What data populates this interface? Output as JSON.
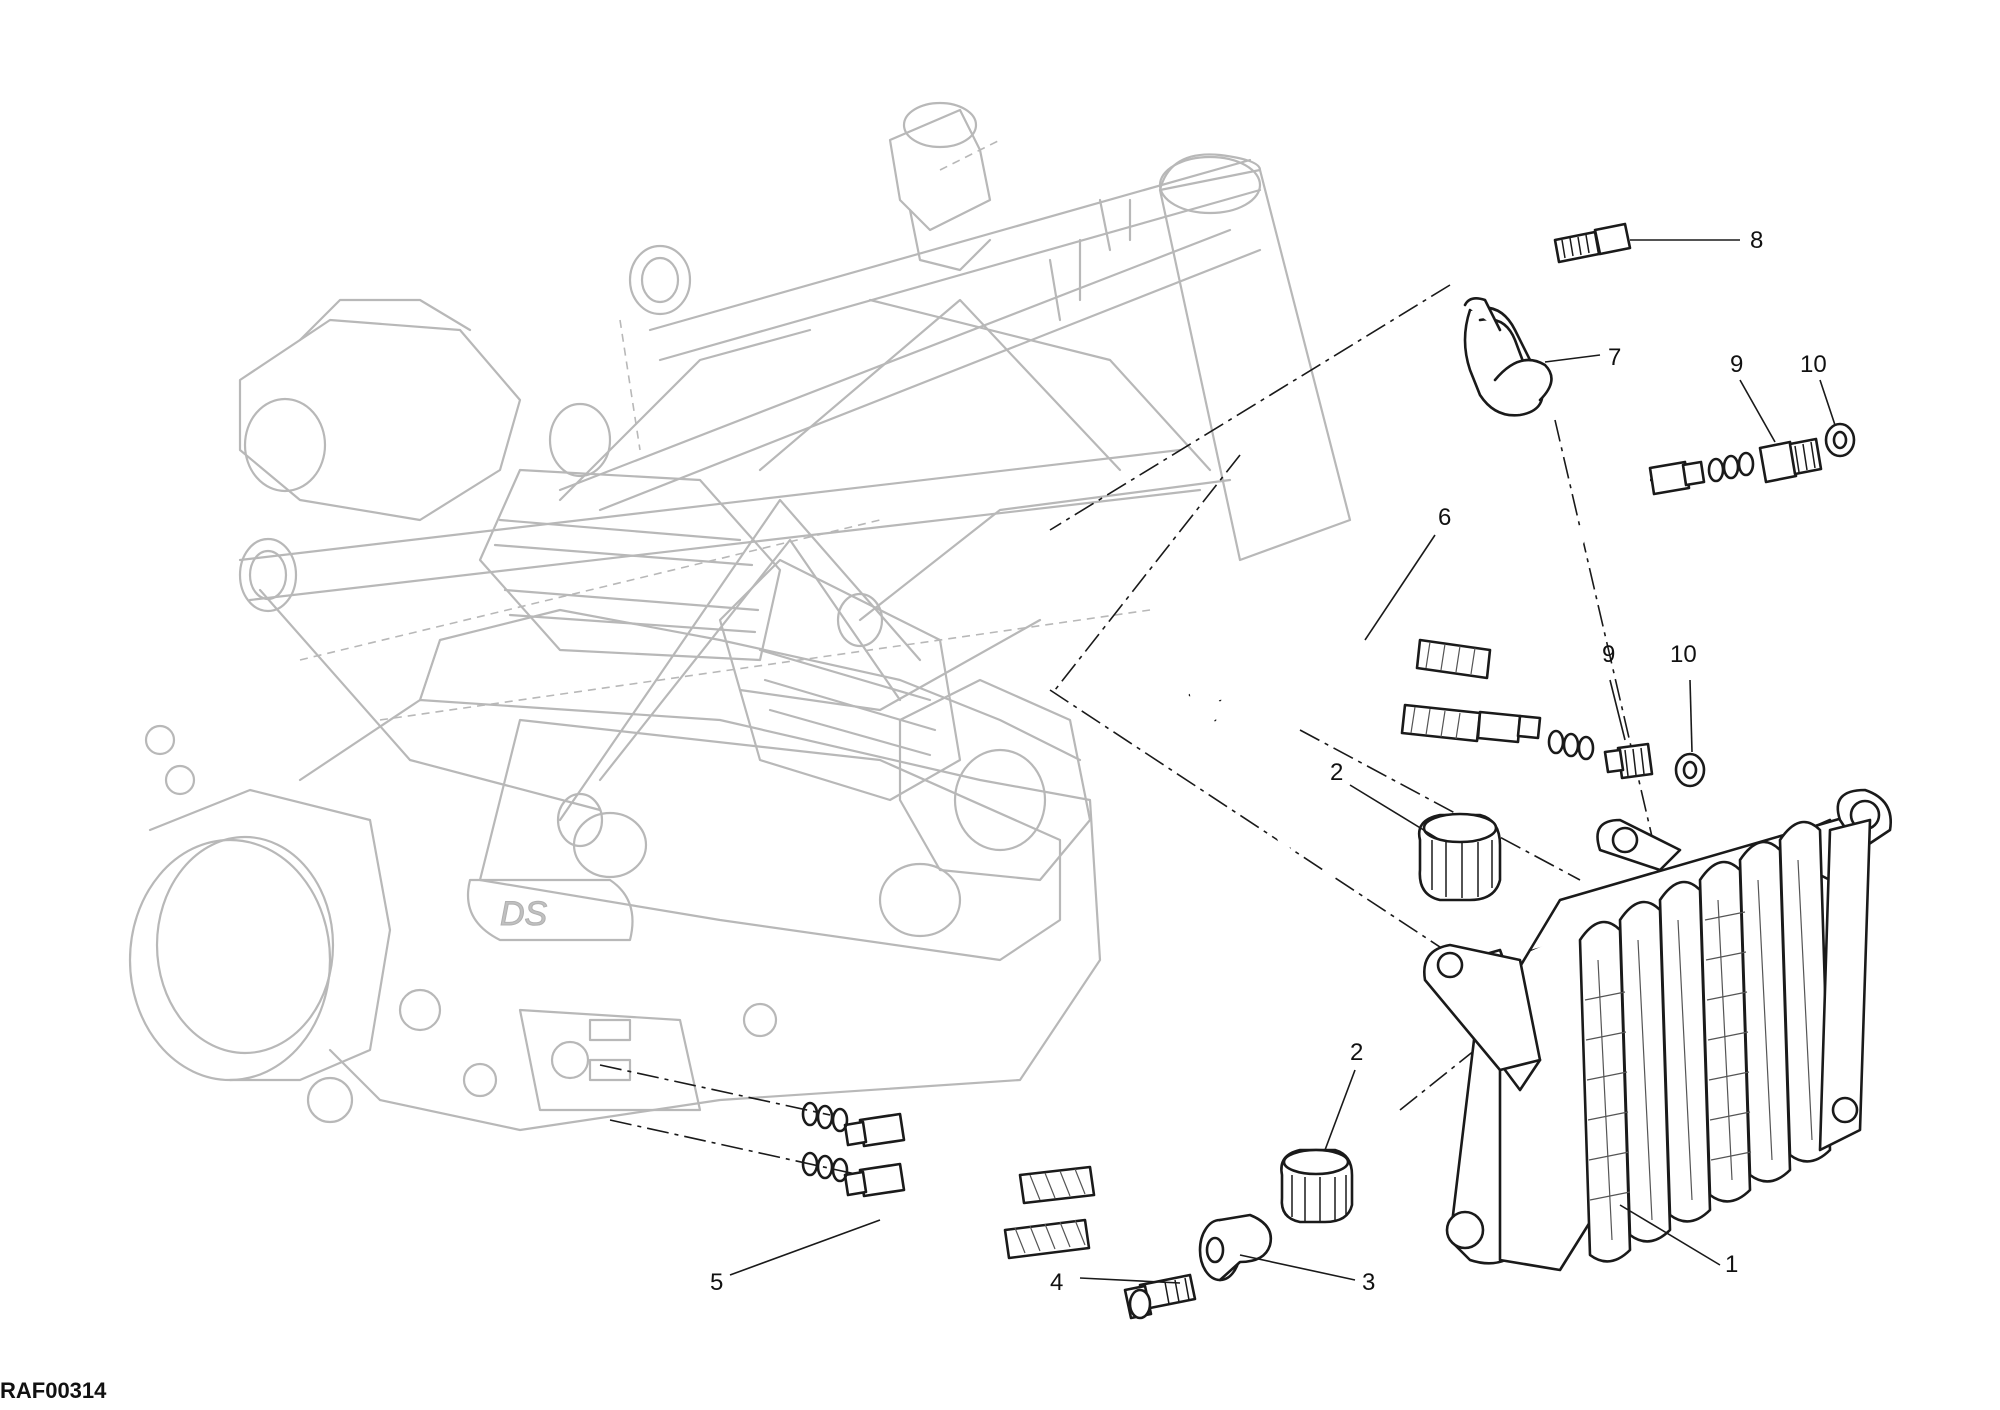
{
  "drawing_code": "RAF00314",
  "callouts": {
    "c1": "1",
    "c2a": "2",
    "c2b": "2",
    "c3": "3",
    "c4": "4",
    "c5": "5",
    "c6": "6",
    "c7": "7",
    "c8": "8",
    "c9a": "9",
    "c9b": "9",
    "c10a": "10",
    "c10b": "10"
  },
  "engine_badge": "DS"
}
